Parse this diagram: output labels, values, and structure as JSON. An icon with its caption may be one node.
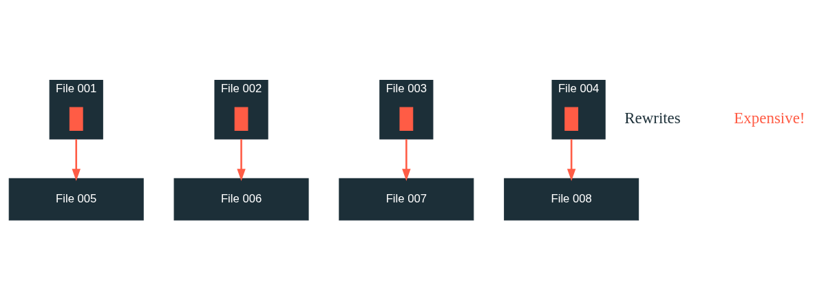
{
  "diagram": {
    "nodes": [
      {
        "text": [
          "File 001"
        ]
      },
      {
        "text": [],
        "shape": "bar",
        "in": 0
      },
      {
        "text": [
          "File 002"
        ]
      },
      {
        "text": [],
        "shape": "bar",
        "in": 2
      },
      {
        "text": [
          "File 003"
        ]
      },
      {
        "text": [],
        "shape": "bar",
        "in": 4
      },
      {
        "text": [
          "File 004"
        ]
      },
      {
        "text": [],
        "shape": "bar",
        "in": 6
      },
      {
        "text": [
          "File 005"
        ]
      },
      {
        "text": [
          "File 006"
        ]
      },
      {
        "text": [
          "File 007"
        ]
      },
      {
        "text": [
          "File 008"
        ]
      }
    ],
    "edges": [
      {
        "from": 0,
        "to": 8,
        "arrow": "to"
      },
      {
        "from": 2,
        "to": 9,
        "arrow": "to"
      },
      {
        "from": 4,
        "to": 10,
        "arrow": "to"
      },
      {
        "from": 6,
        "to": 11,
        "arrow": "to"
      }
    ],
    "labels": [
      "Rewrites",
      "Expensive!"
    ]
  }
}
